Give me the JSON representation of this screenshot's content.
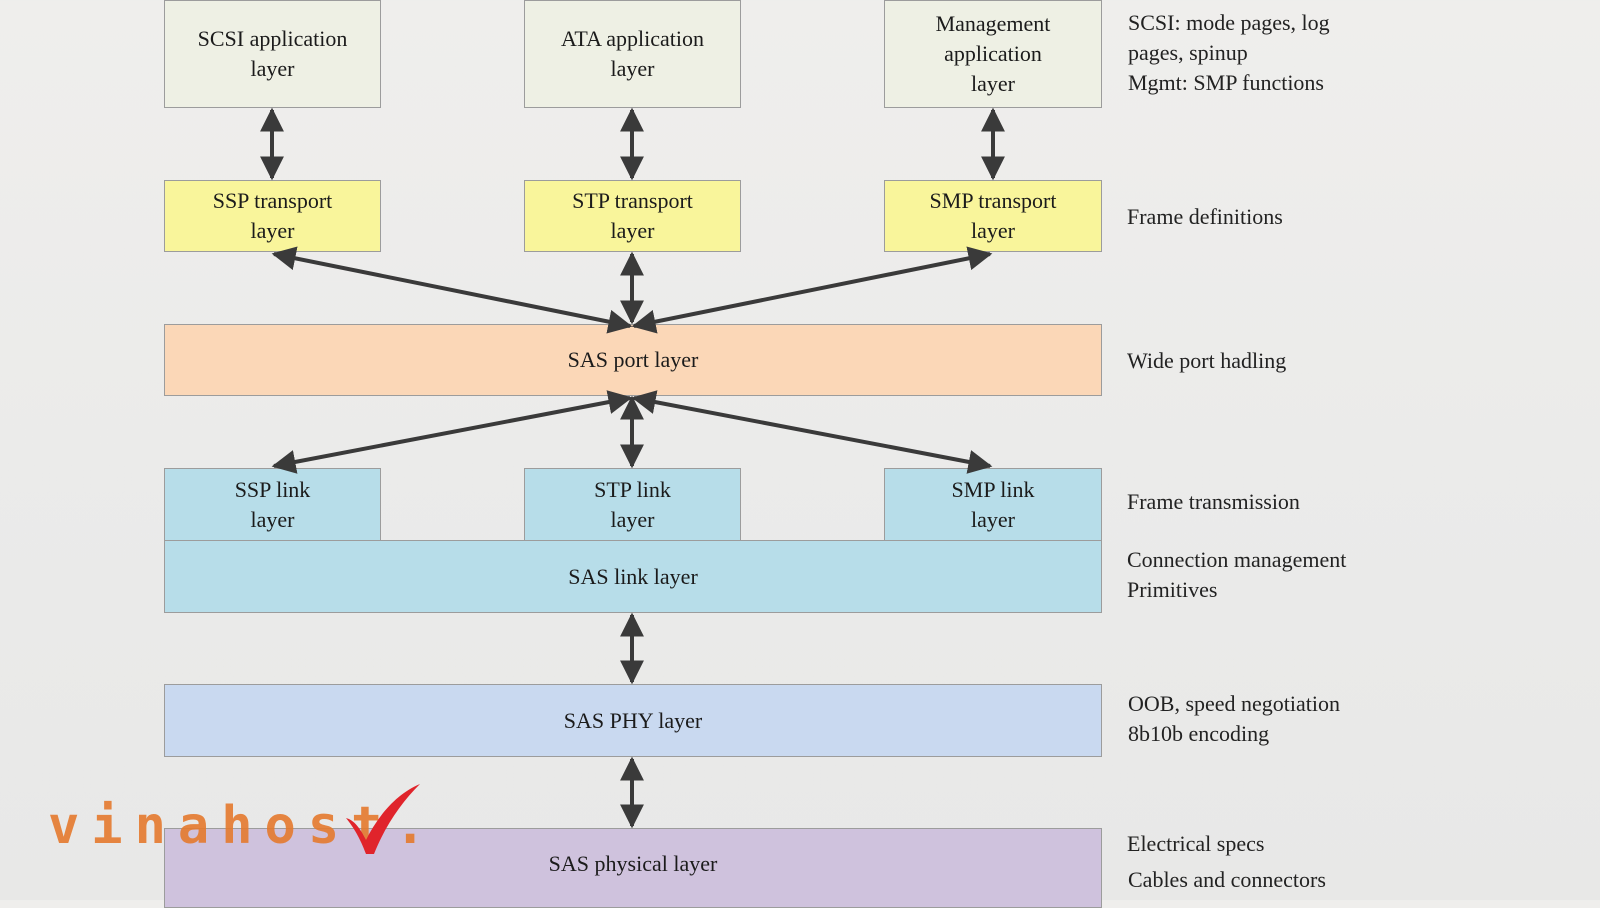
{
  "boxes": {
    "scsi_app": "SCSI application\nlayer",
    "ata_app": "ATA application\nlayer",
    "mgmt_app": "Management\napplication\nlayer",
    "ssp_transport": "SSP transport\nlayer",
    "stp_transport": "STP transport\nlayer",
    "smp_transport": "SMP transport\nlayer",
    "sas_port": "SAS port layer",
    "ssp_link": "SSP link\nlayer",
    "stp_link": "STP link\nlayer",
    "smp_link": "SMP link\nlayer",
    "sas_link": "SAS link layer",
    "sas_phy": "SAS PHY layer",
    "sas_physical": "SAS physical layer"
  },
  "notes": {
    "application": "SCSI: mode pages, log\npages, spinup\nMgmt: SMP functions",
    "transport": "Frame definitions",
    "port": "Wide port hadling",
    "link_frames": "Frame transmission",
    "link_conn": "Connection management\nPrimitives",
    "phy": "OOB, speed negotiation\n8b10b encoding",
    "physical_1": "Electrical specs",
    "physical_2": "Cables and connectors"
  },
  "logo": {
    "text": "vinahost.",
    "color": "#e57a2e",
    "accent": "#e0242b"
  },
  "colors": {
    "application": "#eef0e4",
    "transport": "#f9f59b",
    "port": "#fbd7b7",
    "link": "#b7dde9",
    "phy": "#c9d9f0",
    "physical": "#cfc2dd",
    "arrow": "#3a3a3a"
  }
}
